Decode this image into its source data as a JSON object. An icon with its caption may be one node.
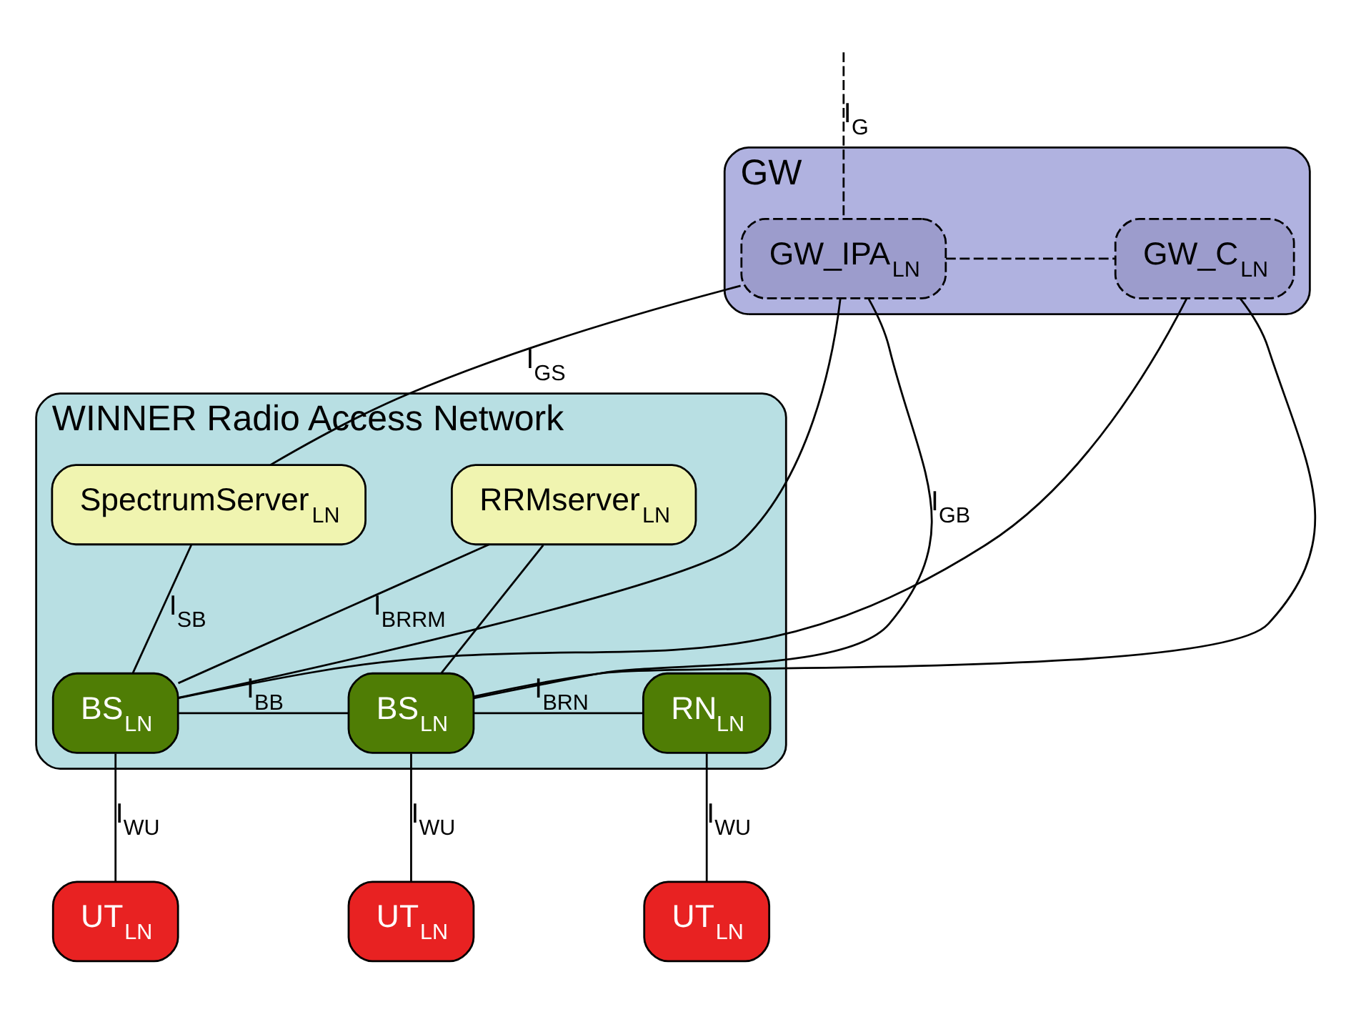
{
  "diagram": {
    "nodes": [
      {
        "text": [
          "GW"
        ]
      },
      {
        "text": [
          "GW_IPA$_{LN}$"
        ],
        "in": 0
      },
      {
        "text": [
          "GW_C$_{LN}$"
        ],
        "in": 0
      },
      {
        "text": [
          "WINNER Radio Access Network"
        ]
      },
      {
        "text": [
          "SpectrumServer$_{LN}$"
        ],
        "in": 3
      },
      {
        "text": [
          "RRMserver$_{LN}$"
        ],
        "in": 3
      },
      {
        "text": [
          "BS$_{LN}$"
        ],
        "in": 3
      },
      {
        "text": [
          "BS$_{LN}$"
        ],
        "in": 3
      },
      {
        "text": [
          "RN$_{LN}$"
        ],
        "in": 3
      },
      {
        "text": [
          "UT$_{LN}$"
        ]
      },
      {
        "text": [
          "UT$_{LN}$"
        ]
      },
      {
        "text": [
          "UT$_{LN}$"
        ]
      }
    ],
    "edges": [
      {
        "from": 1,
        "to": null,
        "arrow": "none",
        "style": "dashed",
        "label": "I$_{G}$"
      },
      {
        "from": 1,
        "to": 2,
        "arrow": "none",
        "style": "dashed"
      },
      {
        "from": 4,
        "to": 1,
        "arrow": "none",
        "label": "I$_{GS}$"
      },
      {
        "from": 1,
        "to": 6,
        "arrow": "none"
      },
      {
        "from": 1,
        "to": 7,
        "arrow": "none",
        "label": "I$_{GB}$"
      },
      {
        "from": 2,
        "to": 6,
        "arrow": "none"
      },
      {
        "from": 2,
        "to": 7,
        "arrow": "none"
      },
      {
        "from": 4,
        "to": 6,
        "arrow": "none",
        "label": "I$_{SB}$"
      },
      {
        "from": 5,
        "to": 6,
        "arrow": "none",
        "label": "I$_{BRRM}$"
      },
      {
        "from": 5,
        "to": 7,
        "arrow": "none"
      },
      {
        "from": 6,
        "to": 7,
        "arrow": "none",
        "label": "I$_{BB}$"
      },
      {
        "from": 7,
        "to": 8,
        "arrow": "none",
        "label": "I$_{BRN}$"
      },
      {
        "from": 6,
        "to": 9,
        "arrow": "none",
        "label": "I$_{WU}$"
      },
      {
        "from": 7,
        "to": 10,
        "arrow": "none",
        "label": "I$_{WU}$"
      },
      {
        "from": 8,
        "to": 11,
        "arrow": "none",
        "label": "I$_{WU}$"
      }
    ]
  }
}
